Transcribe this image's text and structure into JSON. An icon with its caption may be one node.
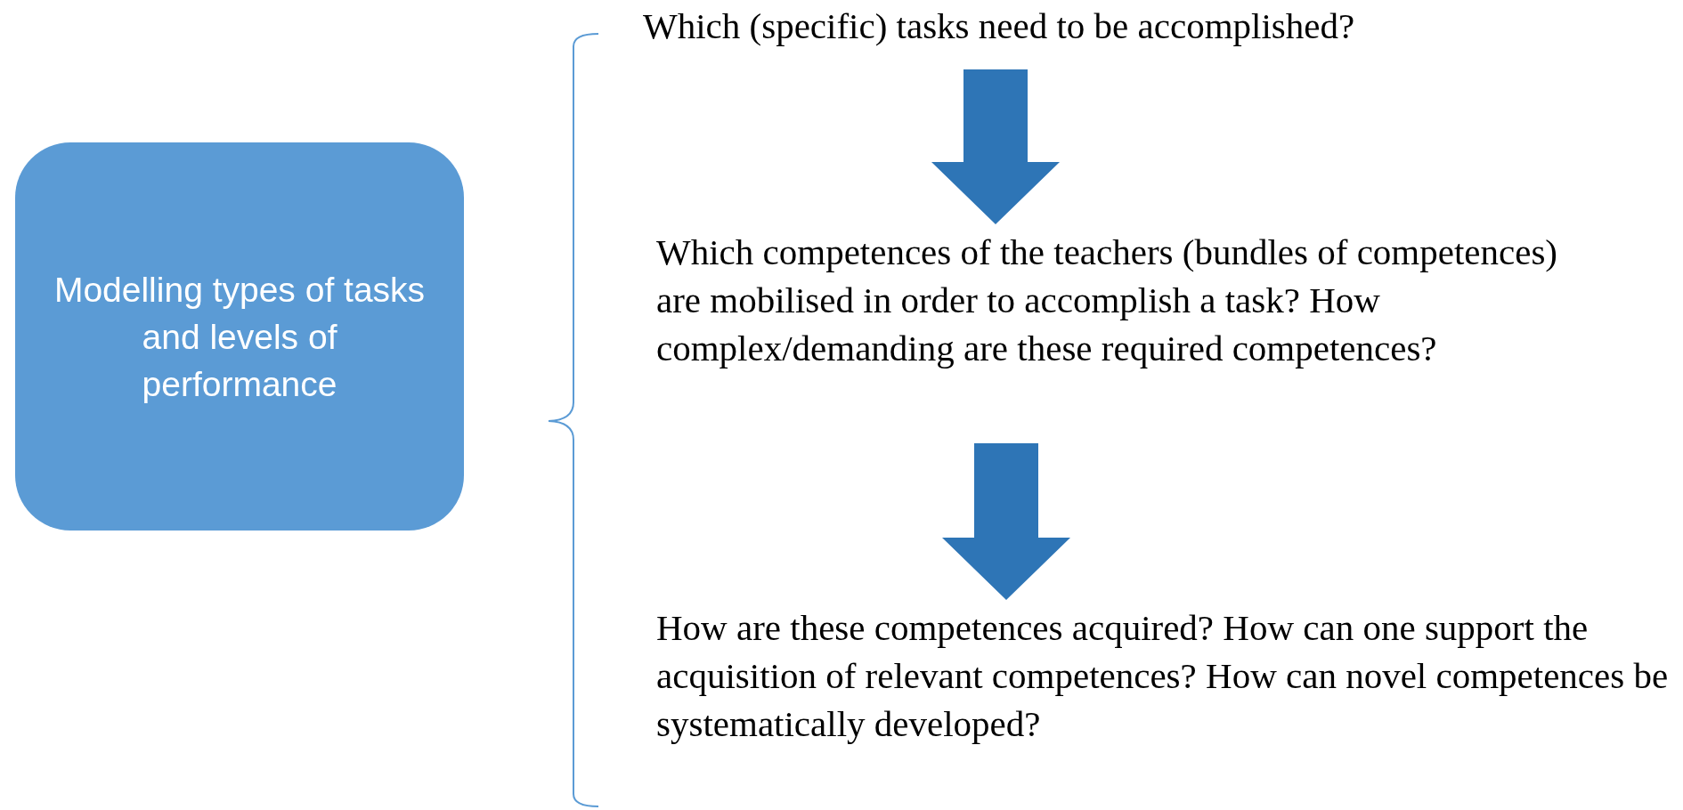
{
  "diagram": {
    "nodes": [
      {
        "text": [
          "Modelling types of tasks and levels of performance"
        ]
      },
      {
        "text": [
          "Which (specific) tasks need to be accomplished?"
        ]
      },
      {
        "text": [
          "Which competences of the teachers (bundles of competences) are mobilised in order to accomplish a task? How complex/demanding are these required competences?"
        ]
      },
      {
        "text": [
          "How are these competences acquired? How can one support the acquisition of relevant competences? How can novel competences be systematically developed?"
        ]
      }
    ],
    "edges": [
      {
        "from": 1,
        "to": 2,
        "arrow": "to",
        "style": "thick",
        "color": "#2e75b6"
      },
      {
        "from": 2,
        "to": 3,
        "arrow": "to",
        "style": "thick",
        "color": "#2e75b6"
      }
    ]
  }
}
